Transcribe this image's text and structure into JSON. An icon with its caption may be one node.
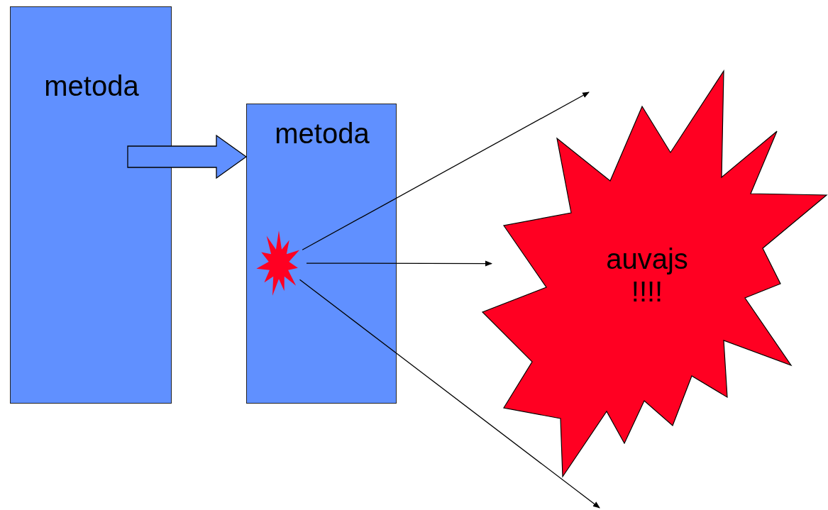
{
  "diagram": {
    "nodes": [
      {
        "text": [
          "metoda"
        ]
      },
      {
        "text": [
          "metoda"
        ]
      },
      {
        "text": [],
        "shape": "star",
        "in": 1
      },
      {
        "text": [
          "auvajs !!!!"
        ]
      }
    ],
    "edges": [
      {
        "from": 0,
        "to": 1,
        "arrow": "to",
        "style": "thick"
      },
      {
        "from": 2,
        "to": null,
        "arrow": "to"
      },
      {
        "from": 2,
        "to": 3,
        "arrow": "to"
      },
      {
        "from": 2,
        "to": null,
        "arrow": "to"
      }
    ]
  }
}
